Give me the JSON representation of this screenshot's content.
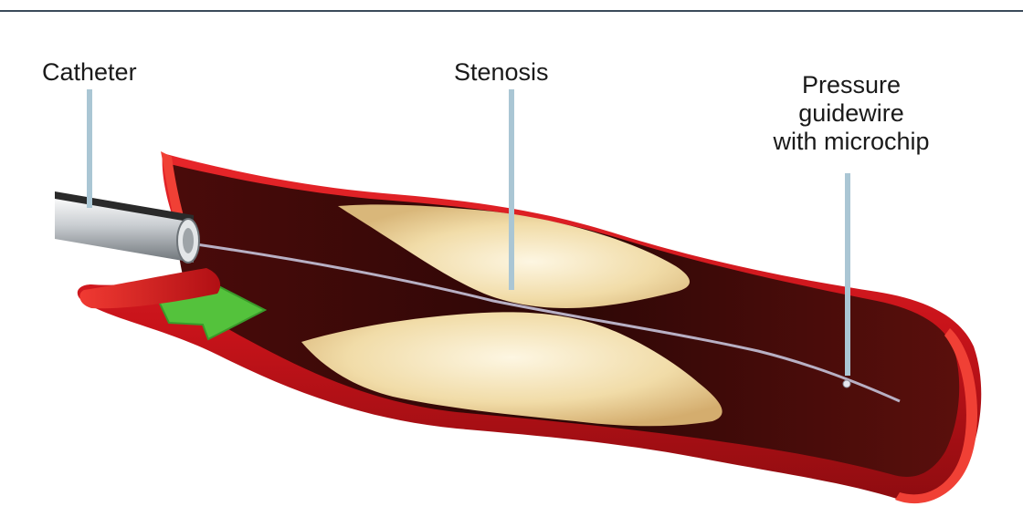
{
  "labels": {
    "catheter": "Catheter",
    "stenosis": "Stenosis",
    "guidewire": "Pressure\nguidewire\nwith microchip"
  },
  "colors": {
    "vessel_wall": "#d0161b",
    "vessel_wall_dark": "#8e0c10",
    "lumen_dark": "#3a0a08",
    "plaque": "#f3dfad",
    "plaque_highlight": "#fbf2d8",
    "flow_arrow": "#54c23c",
    "catheter": "#b8bcc0",
    "leader_line": "#aac6d4",
    "top_rule": "#3b4a5a"
  }
}
